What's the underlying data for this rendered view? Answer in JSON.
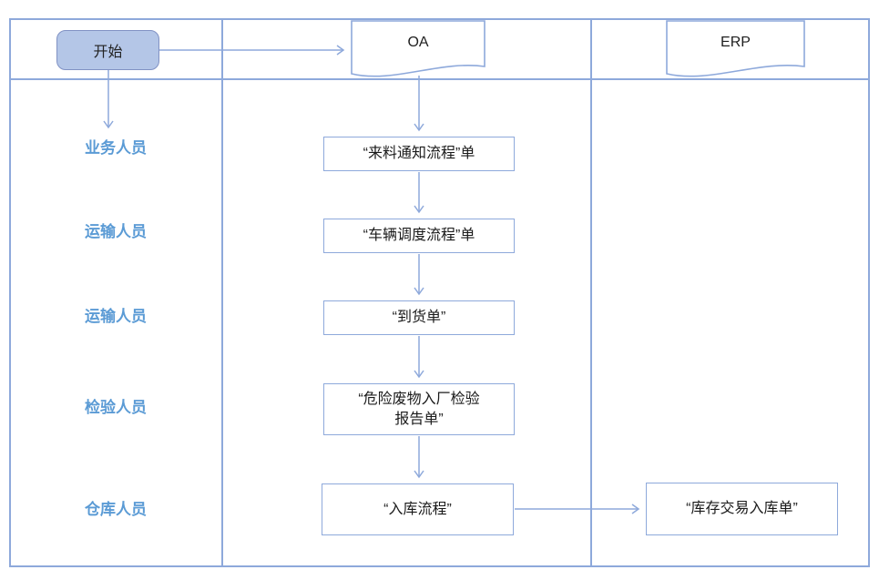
{
  "diagram": {
    "kind": "swimlane-flowchart",
    "colors": {
      "line": "#8ea9db",
      "start_fill": "#b4c6e7",
      "start_border": "#8192c4",
      "role_text": "#5b9bd5",
      "node_text": "#1a1a1a",
      "background": "#ffffff"
    }
  },
  "start": {
    "label": "开始"
  },
  "systems": {
    "oa": "OA",
    "erp": "ERP"
  },
  "roles": [
    "业务人员",
    "运输人员",
    "运输人员",
    "检验人员",
    "仓库人员"
  ],
  "oa_steps": [
    "“来料通知流程”单",
    "“车辆调度流程”单",
    "“到货单”",
    "“危险废物入厂检验\n报告单”",
    "“入库流程”"
  ],
  "erp_steps": [
    "“库存交易入库单”"
  ]
}
